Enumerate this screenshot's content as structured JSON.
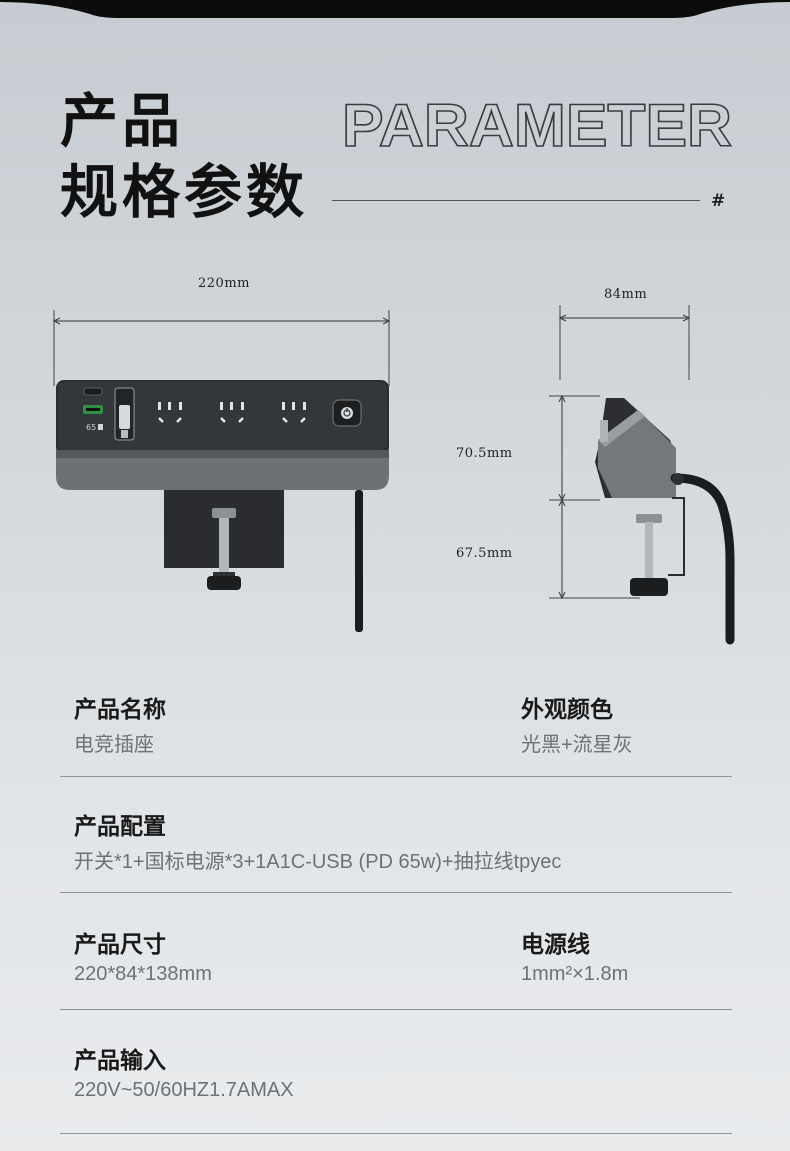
{
  "header": {
    "title_line1": "产品",
    "title_line2": "规格参数",
    "english_word": "PARAMETER",
    "hash": "#"
  },
  "dimensions": {
    "width": "220mm",
    "depth": "84mm",
    "upper_height": "70.5mm",
    "lower_height": "67.5mm"
  },
  "product_panel": {
    "usb_badge": "65"
  },
  "specs": [
    {
      "label": "产品名称",
      "value": "电竞插座"
    },
    {
      "label": "外观颜色",
      "value": "光黑+流星灰"
    },
    {
      "label": "产品配置",
      "value": "开关*1+国标电源*3+1A1C-USB (PD 65w)+抽拉线tpyec"
    },
    {
      "label": "产品尺寸",
      "value": "220*84*138mm"
    },
    {
      "label": "电源线",
      "value": "1mm²×1.8m"
    },
    {
      "label": "产品输入",
      "value": "220V~50/60HZ1.7AMAX"
    }
  ],
  "colors": {
    "product_dark": "#2b2d30",
    "product_grey": "#6d7074",
    "label": "#1a1a1a",
    "value": "#6e7276"
  }
}
